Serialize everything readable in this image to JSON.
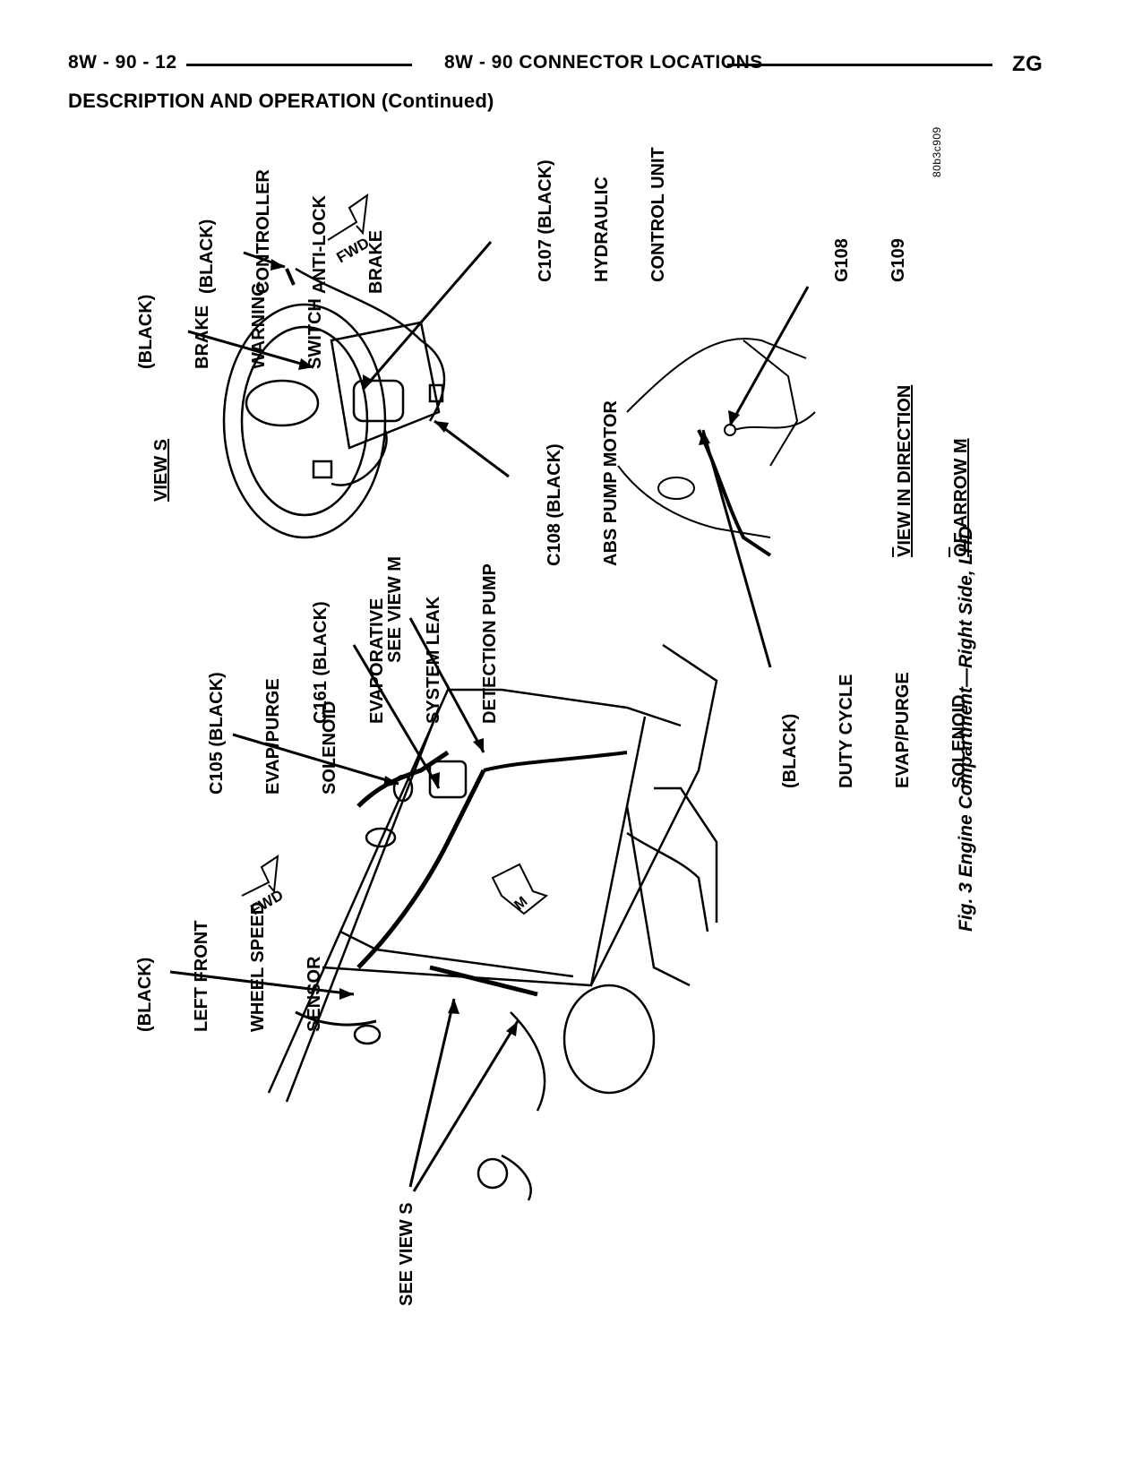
{
  "header": {
    "left": "8W - 90 - 12",
    "center": "8W - 90 CONNECTOR LOCATIONS",
    "right": "ZG"
  },
  "section_title": "DESCRIPTION AND OPERATION (Continued)",
  "figure_id": "80b3c909",
  "figure_caption": "Fig. 3 Engine Compartment—Right Side, LHD",
  "views": {
    "view_s": "VIEW S",
    "view_m_line1": "VIEW IN DIRECTION",
    "view_m_line2": "OF ARROW M",
    "fwd": "FWD",
    "arrow_m": "M"
  },
  "callouts": {
    "brake_warning_switch": [
      "(BLACK)",
      "BRAKE",
      "WARNING",
      "SWITCH"
    ],
    "anti_lock_brake_controller": [
      "(BLACK)",
      "CONTROLLER",
      "ANTI-LOCK",
      "BRAKE"
    ],
    "c107": [
      "C107 (BLACK)",
      "HYDRAULIC",
      "CONTROL UNIT"
    ],
    "c108": [
      "C108 (BLACK)",
      "ABS PUMP MOTOR"
    ],
    "g108_g109": [
      "G108",
      "G109"
    ],
    "c105": [
      "C105 (BLACK)",
      "EVAP/PURGE",
      "SOLENOID"
    ],
    "c161": [
      "C161 (BLACK)",
      "EVAPORATIVE",
      "SYSTEM LEAK",
      "DETECTION PUMP"
    ],
    "see_view_m": "SEE VIEW M",
    "duty_cycle": [
      "(BLACK)",
      "DUTY CYCLE",
      "EVAP/PURGE",
      "SOLENOID"
    ],
    "wheel_speed_sensor": [
      "(BLACK)",
      "LEFT FRONT",
      "WHEEL SPEED",
      "SENSOR"
    ],
    "see_view_s": "SEE VIEW S"
  }
}
